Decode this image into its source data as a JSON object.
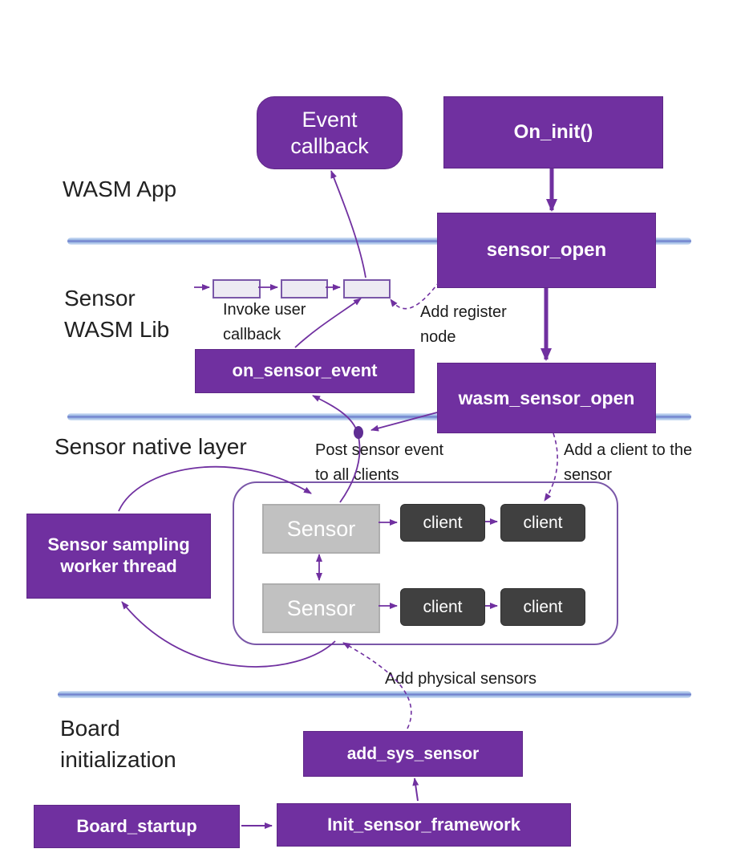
{
  "sections": {
    "wasm_app": "WASM App",
    "sensor_wasm_lib": "Sensor\nWASM Lib",
    "sensor_native_layer": "Sensor native layer",
    "board_initialization": "Board\ninitialization"
  },
  "nodes": {
    "event_callback": "Event\ncallback",
    "on_init": "On_init()",
    "sensor_open": "sensor_open",
    "on_sensor_event": "on_sensor_event",
    "wasm_sensor_open": "wasm_sensor_open",
    "sensor_sampling_worker": "Sensor sampling\nworker thread",
    "sensor_1": "Sensor",
    "sensor_2": "Sensor",
    "client_1a": "client",
    "client_1b": "client",
    "client_2a": "client",
    "client_2b": "client",
    "add_sys_sensor": "add_sys_sensor",
    "init_sensor_framework": "Init_sensor_framework",
    "board_startup": "Board_startup"
  },
  "annotations": {
    "invoke_user_callback": "Invoke user\ncallback",
    "add_register_node": "Add register\nnode",
    "post_sensor_event": "Post sensor event\nto all clients",
    "add_client_to_sensor": "Add a client to the\nsensor",
    "add_physical_sensors": "Add physical sensors"
  },
  "colors": {
    "node_purple": "#7030A0",
    "sensor_gray": "#C1C1C1",
    "client_dark": "#404040",
    "divider_blue": "#6A77C9",
    "arrow_purple": "#7030A0"
  }
}
